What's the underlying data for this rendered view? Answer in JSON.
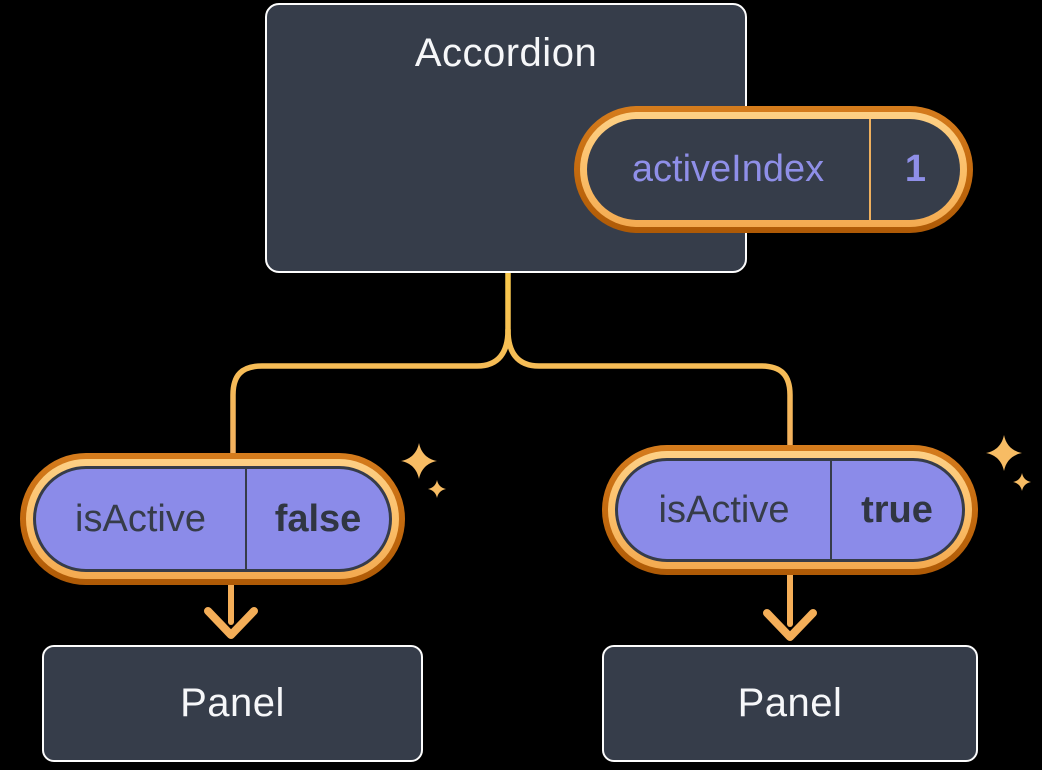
{
  "root_component": {
    "title": "Accordion",
    "state_pill": {
      "label": "activeIndex",
      "value": "1"
    }
  },
  "children": [
    {
      "prop_pill": {
        "label": "isActive",
        "value": "false"
      },
      "panel_title": "Panel"
    },
    {
      "prop_pill": {
        "label": "isActive",
        "value": "true"
      },
      "panel_title": "Panel"
    }
  ],
  "colors": {
    "background": "#000000",
    "component_box_fill": "#363D4A",
    "component_box_outline": "#FDFDFD",
    "component_text": "#F6F7F9",
    "prop_pill_fill": "#8B8BE9",
    "prop_pill_text": "#363C49",
    "state_pill_text": "#8F8FE8",
    "ring_orange_light": "#FBBE68",
    "ring_orange_dark": "#C2690E",
    "connector_yellow": "#F9C94C",
    "connector_orange": "#F3AF61",
    "arrow_orange": "#F4AE58",
    "sparkle_orange": "#F7BC64"
  }
}
